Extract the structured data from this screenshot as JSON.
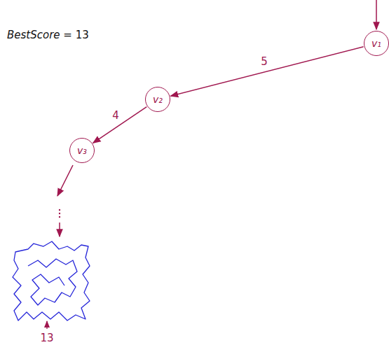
{
  "diagram": {
    "nodes": [
      {
        "text": [
          "v₁"
        ]
      },
      {
        "text": [
          "v₂"
        ]
      },
      {
        "text": [
          "v₃"
        ]
      }
    ],
    "edges": [
      {
        "from": 0,
        "to": 1,
        "arrow": "to",
        "label": "5"
      },
      {
        "from": 1,
        "to": 2,
        "arrow": "to",
        "label": "4"
      }
    ],
    "labels": [
      "BestScore = 13",
      "13"
    ]
  }
}
